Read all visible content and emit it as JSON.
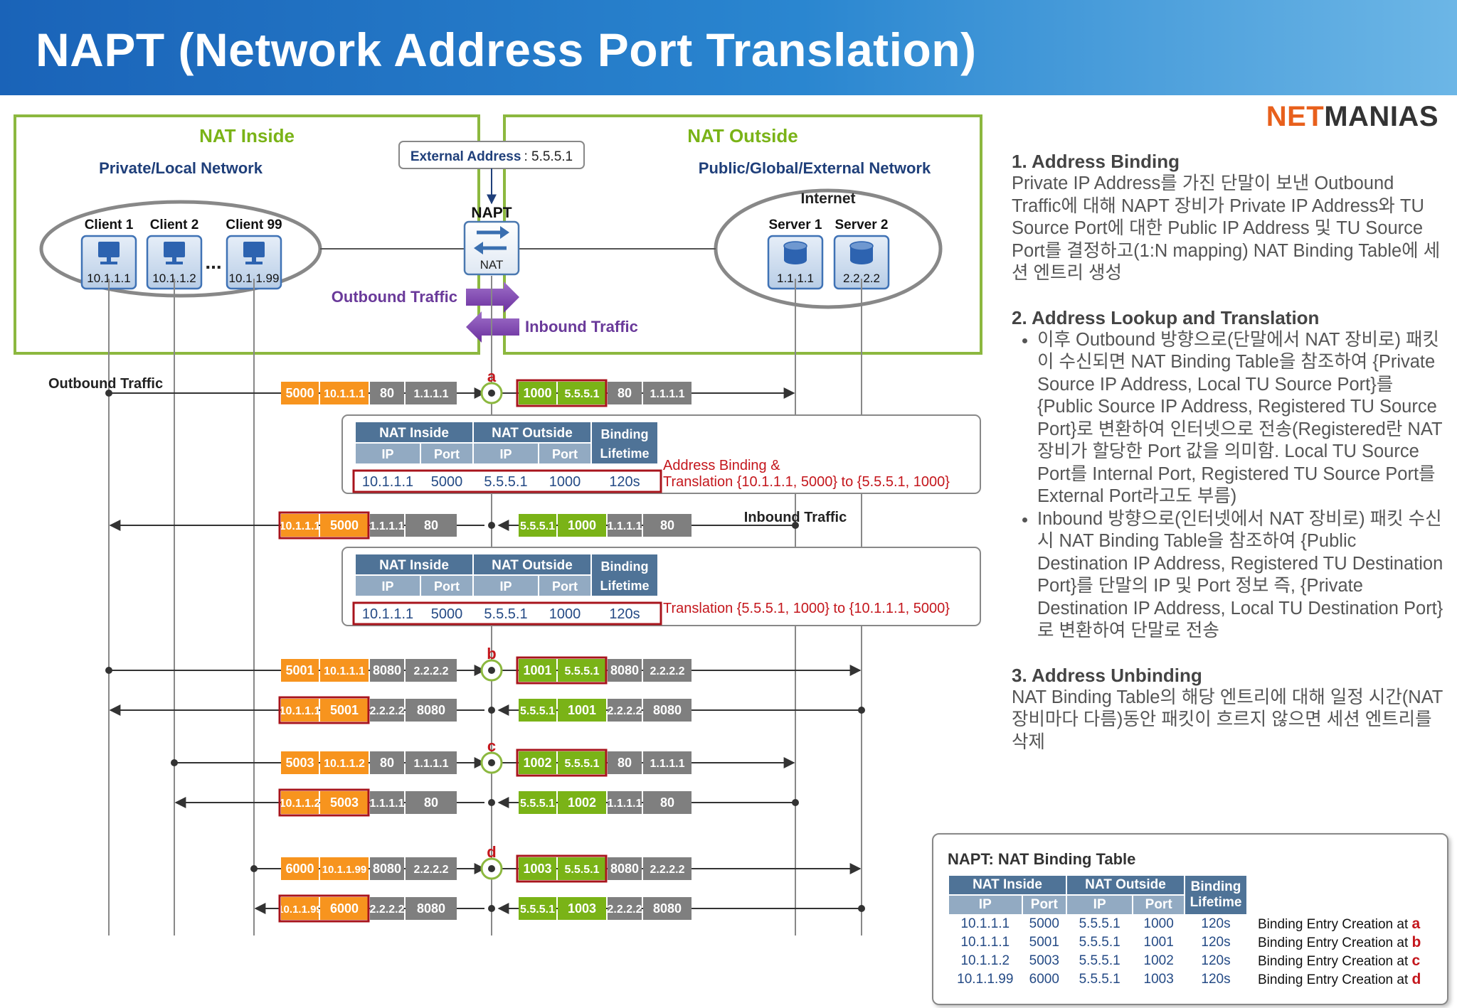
{
  "title": "NAPT (Network Address Port Translation)",
  "logo": {
    "part1": "NET",
    "part2": "MANIAS"
  },
  "inside": {
    "heading": "NAT Inside",
    "network": "Private/Local Network",
    "clients": [
      {
        "name": "Client 1",
        "ip": "10.1.1.1"
      },
      {
        "name": "Client 2",
        "ip": "10.1.1.2"
      },
      {
        "name": "Client 99",
        "ip": "10.1.1.99"
      }
    ],
    "ellipsis": "..."
  },
  "outside": {
    "heading": "NAT Outside",
    "network": "Public/Global/External Network",
    "internet": "Internet",
    "servers": [
      {
        "name": "Server 1",
        "ip": "1.1.1.1"
      },
      {
        "name": "Server 2",
        "ip": "2.2.2.2"
      }
    ]
  },
  "external_address": {
    "label": "External Address",
    "value": ": 5.5.5.1"
  },
  "napt": {
    "label": "NAPT",
    "device": "NAT"
  },
  "legend": {
    "outbound": "Outbound Traffic",
    "inbound": "Inbound Traffic"
  },
  "flow_labels": {
    "outbound": "Outbound Traffic",
    "inbound": "Inbound Traffic"
  },
  "packets": [
    {
      "marker": "a",
      "left": [
        "5000",
        "10.1.1.1",
        "80",
        "1.1.1.1"
      ],
      "right": [
        "1000",
        "5.5.5.1",
        "80",
        "1.1.1.1"
      ]
    },
    {
      "left": [
        "10.1.1.1",
        "5000",
        "1.1.1.1",
        "80"
      ],
      "right": [
        "5.5.5.1",
        "1000",
        "1.1.1.1",
        "80"
      ]
    },
    {
      "marker": "b",
      "left": [
        "5001",
        "10.1.1.1",
        "8080",
        "2.2.2.2"
      ],
      "right": [
        "1001",
        "5.5.5.1",
        "8080",
        "2.2.2.2"
      ]
    },
    {
      "left": [
        "10.1.1.1",
        "5001",
        "2.2.2.2",
        "8080"
      ],
      "right": [
        "5.5.5.1",
        "1001",
        "2.2.2.2",
        "8080"
      ]
    },
    {
      "marker": "c",
      "left": [
        "5003",
        "10.1.1.2",
        "80",
        "1.1.1.1"
      ],
      "right": [
        "1002",
        "5.5.5.1",
        "80",
        "1.1.1.1"
      ]
    },
    {
      "left": [
        "10.1.1.2",
        "5003",
        "1.1.1.1",
        "80"
      ],
      "right": [
        "5.5.5.1",
        "1002",
        "1.1.1.1",
        "80"
      ]
    },
    {
      "marker": "d",
      "left": [
        "6000",
        "10.1.1.99",
        "8080",
        "2.2.2.2"
      ],
      "right": [
        "1003",
        "5.5.5.1",
        "8080",
        "2.2.2.2"
      ]
    },
    {
      "left": [
        "10.1.1.99",
        "6000",
        "2.2.2.2",
        "8080"
      ],
      "right": [
        "5.5.5.1",
        "1003",
        "2.2.2.2",
        "8080"
      ]
    }
  ],
  "table_headers": {
    "nat_inside": "NAT Inside",
    "nat_outside": "NAT Outside",
    "binding": "Binding",
    "lifetime": "Lifetime",
    "ip": "IP",
    "port": "Port"
  },
  "mini_tables": [
    {
      "row": [
        "10.1.1.1",
        "5000",
        "5.5.5.1",
        "1000",
        "120s"
      ],
      "note_lines": [
        "Address Binding &",
        "Translation {10.1.1.1, 5000} to {5.5.5.1, 1000}"
      ]
    },
    {
      "row": [
        "10.1.1.1",
        "5000",
        "5.5.5.1",
        "1000",
        "120s"
      ],
      "note_lines": [
        "Translation {5.5.5.1, 1000} to {10.1.1.1, 5000}"
      ]
    }
  ],
  "explanation": {
    "s1": {
      "title": "1. Address Binding",
      "body": "Private IP Address를 가진 단말이 보낸 Outbound Traffic에 대해 NAPT 장비가 Private IP Address와 TU Source Port에 대한 Public IP Address 및 TU Source Port를 결정하고(1:N mapping) NAT Binding Table에 세션 엔트리 생성"
    },
    "s2": {
      "title": "2. Address Lookup and Translation",
      "bullets": [
        "이후 Outbound 방향으로(단말에서 NAT 장비로) 패킷이 수신되면 NAT Binding Table을 참조하여 {Private Source IP Address, Local TU Source Port}를 {Public Source IP Address, Registered TU Source Port}로 변환하여 인터넷으로 전송(Registered란 NAT 장비가 할당한 Port 값을 의미함. Local TU Source Port를 Internal Port, Registered TU Source Port를 External Port라고도 부름)",
        "Inbound 방향으로(인터넷에서 NAT 장비로) 패킷 수신 시 NAT Binding Table을 참조하여 {Public Destination IP Address, Registered TU Destination Port}를 단말의 IP 및 Port 정보 즉, {Private Destination IP Address, Local TU Destination Port}로 변환하여 단말로 전송"
      ]
    },
    "s3": {
      "title": "3. Address Unbinding",
      "body": "NAT Binding Table의 해당 엔트리에 대해 일정 시간(NAT 장비마다 다름)동안 패킷이 흐르지 않으면 세션 엔트리를 삭제"
    }
  },
  "binding_table": {
    "title": "NAPT: NAT Binding Table",
    "rows": [
      {
        "cells": [
          "10.1.1.1",
          "5000",
          "5.5.5.1",
          "1000",
          "120s"
        ],
        "note": "Binding Entry Creation at",
        "marker": "a"
      },
      {
        "cells": [
          "10.1.1.1",
          "5001",
          "5.5.5.1",
          "1001",
          "120s"
        ],
        "note": "Binding Entry Creation at",
        "marker": "b"
      },
      {
        "cells": [
          "10.1.1.2",
          "5003",
          "5.5.5.1",
          "1002",
          "120s"
        ],
        "note": "Binding Entry Creation at",
        "marker": "c"
      },
      {
        "cells": [
          "10.1.1.99",
          "6000",
          "5.5.5.1",
          "1003",
          "120s"
        ],
        "note": "Binding Entry Creation at",
        "marker": "d"
      }
    ]
  },
  "colors": {
    "orange": "#f7941e",
    "gray": "#7f7f7f",
    "green": "#7ab317",
    "border_green": "#8cb83f",
    "navy": "#1f3f7a",
    "red": "#c4161c",
    "purple": "#7030a0"
  }
}
